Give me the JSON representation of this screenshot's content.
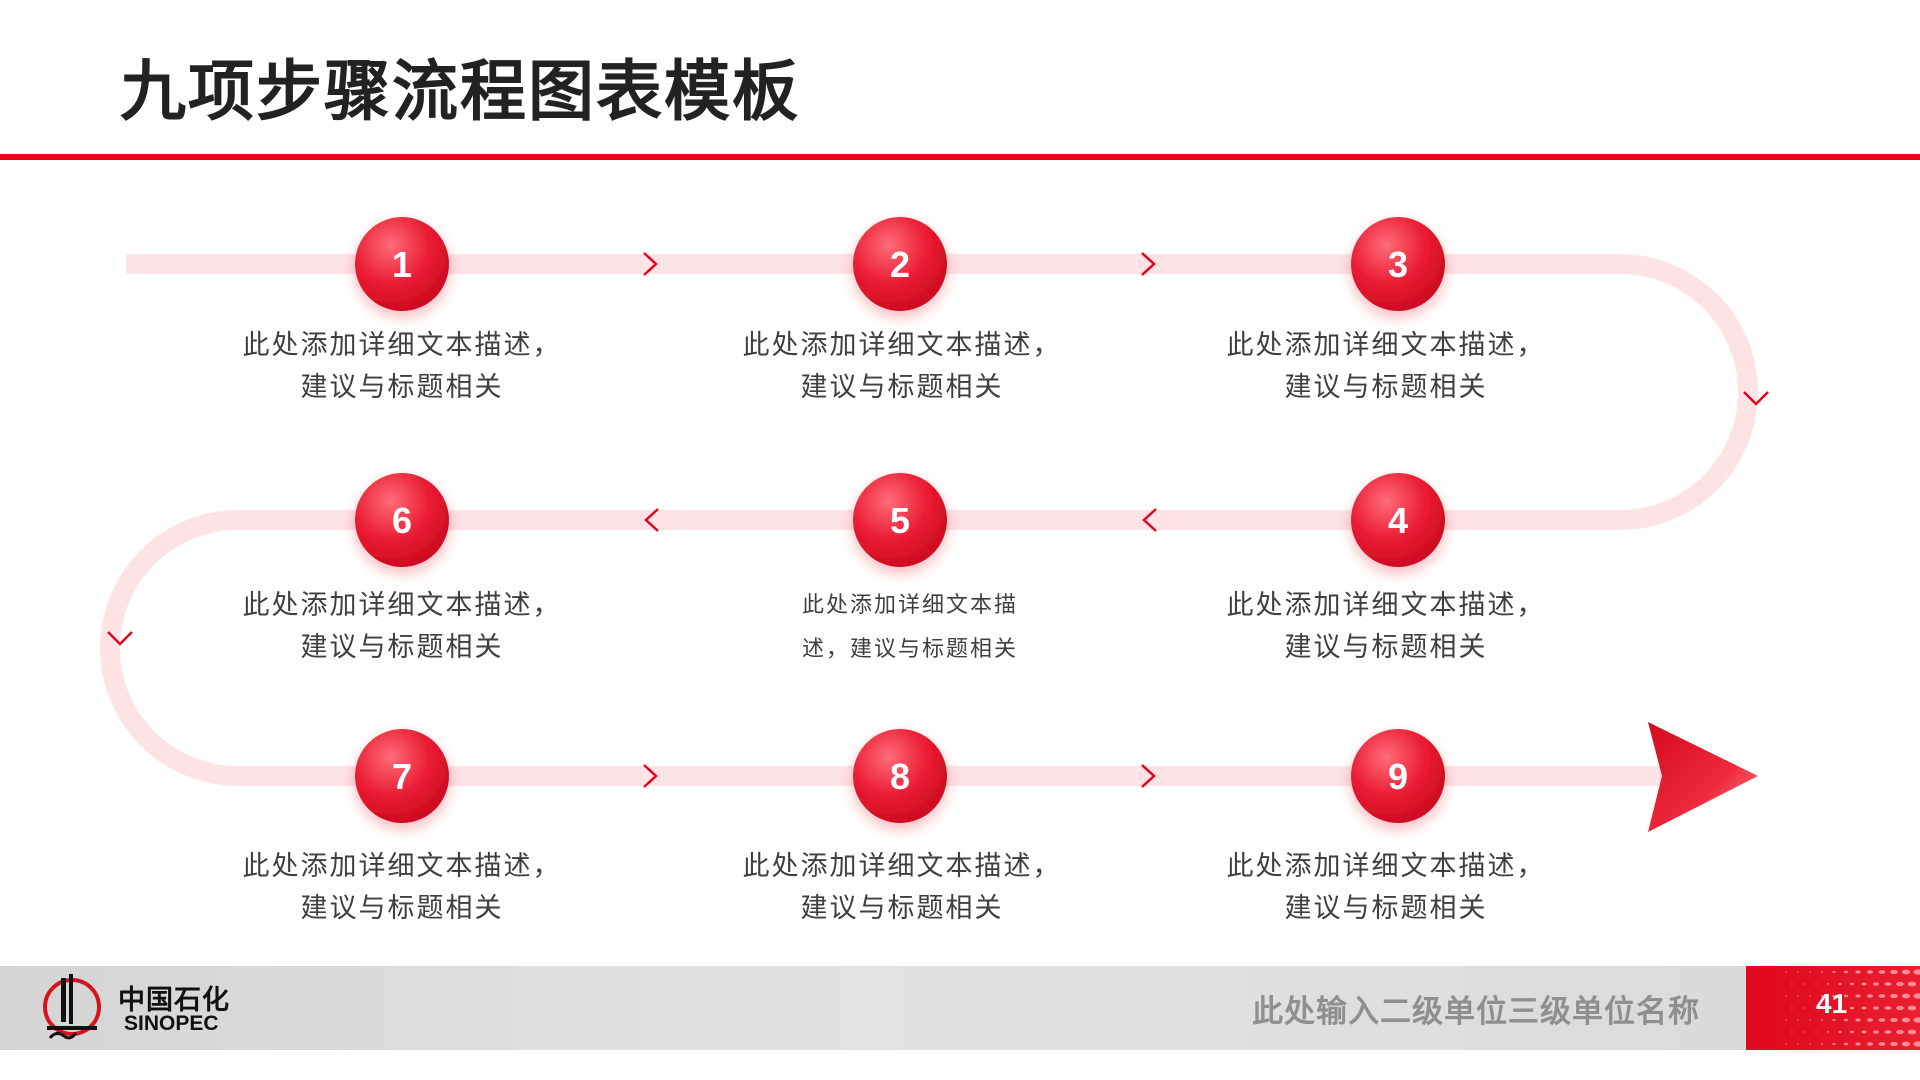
{
  "title": "九项步骤流程图表模板",
  "colors": {
    "accent": "#e1061f",
    "track": "#fde3e6",
    "chevron": "#e1061f",
    "text": "#3f3f3f",
    "footer_text": "#8f8f8f"
  },
  "steps": [
    {
      "number": "1",
      "line1": "此处添加详细文本描述，",
      "line2": "建议与标题相关"
    },
    {
      "number": "2",
      "line1": "此处添加详细文本描述，",
      "line2": "建议与标题相关"
    },
    {
      "number": "3",
      "line1": "此处添加详细文本描述，",
      "line2": "建议与标题相关"
    },
    {
      "number": "4",
      "line1": "此处添加详细文本描述，",
      "line2": "建议与标题相关"
    },
    {
      "number": "5",
      "line1": "此处添加详细文本描",
      "line2": "述，建议与标题相关"
    },
    {
      "number": "6",
      "line1": "此处添加详细文本描述，",
      "line2": "建议与标题相关"
    },
    {
      "number": "7",
      "line1": "此处添加详细文本描述，",
      "line2": "建议与标题相关"
    },
    {
      "number": "8",
      "line1": "此处添加详细文本描述，",
      "line2": "建议与标题相关"
    },
    {
      "number": "9",
      "line1": "此处添加详细文本描述，",
      "line2": "建议与标题相关"
    }
  ],
  "footer": {
    "logo_cn": "中国石化",
    "logo_en": "SINOPEC",
    "unit_name": "此处输入二级单位三级单位名称",
    "page_number": "41"
  }
}
